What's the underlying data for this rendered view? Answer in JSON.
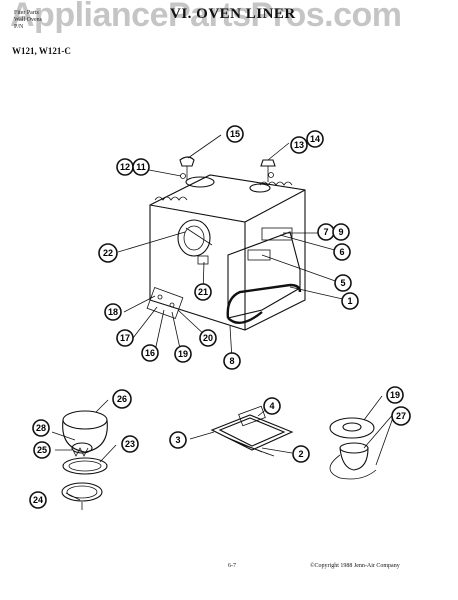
{
  "header": {
    "line1": "Fiter Parts",
    "line2": "Wall Ovens",
    "line3": "P/N",
    "title": "VI.  OVEN LINER",
    "models": "W121, W121-C",
    "watermark": "AppliancePartsPros.com"
  },
  "callouts": [
    {
      "id": "c15",
      "label": "15"
    },
    {
      "id": "c14",
      "label": "14"
    },
    {
      "id": "c13",
      "label": "13"
    },
    {
      "id": "c12",
      "label": "12"
    },
    {
      "id": "c11",
      "label": "11"
    },
    {
      "id": "c7",
      "label": "7"
    },
    {
      "id": "c9",
      "label": "9"
    },
    {
      "id": "c6a",
      "label": "6"
    },
    {
      "id": "c22",
      "label": "22"
    },
    {
      "id": "c5",
      "label": "5"
    },
    {
      "id": "c21",
      "label": "21"
    },
    {
      "id": "c1",
      "label": "1"
    },
    {
      "id": "c18",
      "label": "18"
    },
    {
      "id": "c17",
      "label": "17"
    },
    {
      "id": "c16",
      "label": "16"
    },
    {
      "id": "c19a",
      "label": "19"
    },
    {
      "id": "c20",
      "label": "20"
    },
    {
      "id": "c8",
      "label": "8"
    },
    {
      "id": "c26",
      "label": "26"
    },
    {
      "id": "c4",
      "label": "4"
    },
    {
      "id": "c19b",
      "label": "19"
    },
    {
      "id": "c28",
      "label": "28"
    },
    {
      "id": "c25",
      "label": "25"
    },
    {
      "id": "c23",
      "label": "23"
    },
    {
      "id": "c3",
      "label": "3"
    },
    {
      "id": "c2",
      "label": "2"
    },
    {
      "id": "c27",
      "label": "27"
    },
    {
      "id": "c24",
      "label": "24"
    }
  ],
  "footer": {
    "page": "6-7",
    "copyright": "©Copyright 1988 Jenn-Air Company"
  }
}
